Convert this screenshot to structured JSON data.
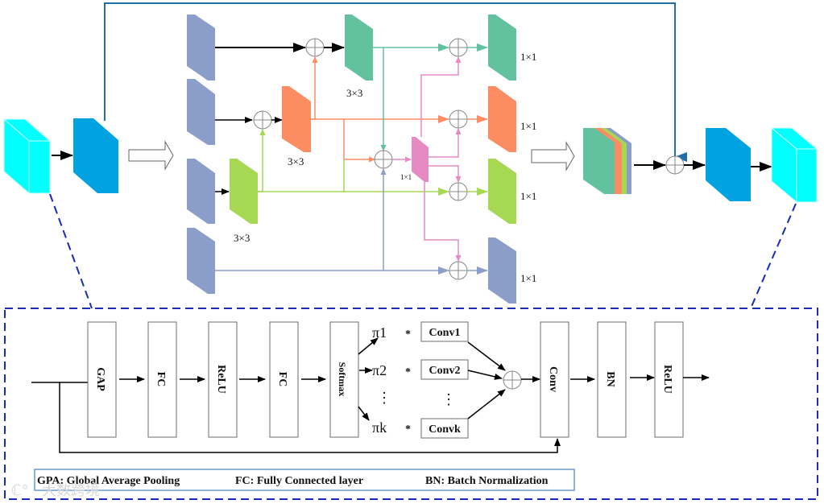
{
  "colors": {
    "input_cube": "#00ffff",
    "feature_map": "#00a3e0",
    "split_block": "#8b9dc9",
    "green_teal": "#62c2a0",
    "orange": "#fc8d62",
    "lime": "#a6d854",
    "pink": "#e68ac3",
    "skip_line": "#1f6fa8",
    "dashed_outline": "#1a2bb5"
  },
  "top": {
    "kernel_labels": {
      "teal_conv": "3×3",
      "orange_conv": "3×3",
      "lime_conv": "3×3",
      "pink_conv": "1×1",
      "out1": "1×1",
      "out2": "1×1",
      "out3": "1×1",
      "out4": "1×1"
    }
  },
  "bottom": {
    "blocks": [
      "GAP",
      "FC",
      "ReLU",
      "FC",
      "Softmax",
      "Conv",
      "BN",
      "ReLU"
    ],
    "pi_labels": [
      "π1",
      "π2",
      "⋮",
      "πk"
    ],
    "star": "*",
    "conv_boxes": [
      "Conv1",
      "Conv2",
      "Convk"
    ],
    "vdots": "⋮"
  },
  "legend": {
    "items": [
      "GPA: Global Average Pooling",
      "FC: Fully Connected layer",
      "BN: Batch Normalization"
    ]
  },
  "watermark": "大数跨境"
}
